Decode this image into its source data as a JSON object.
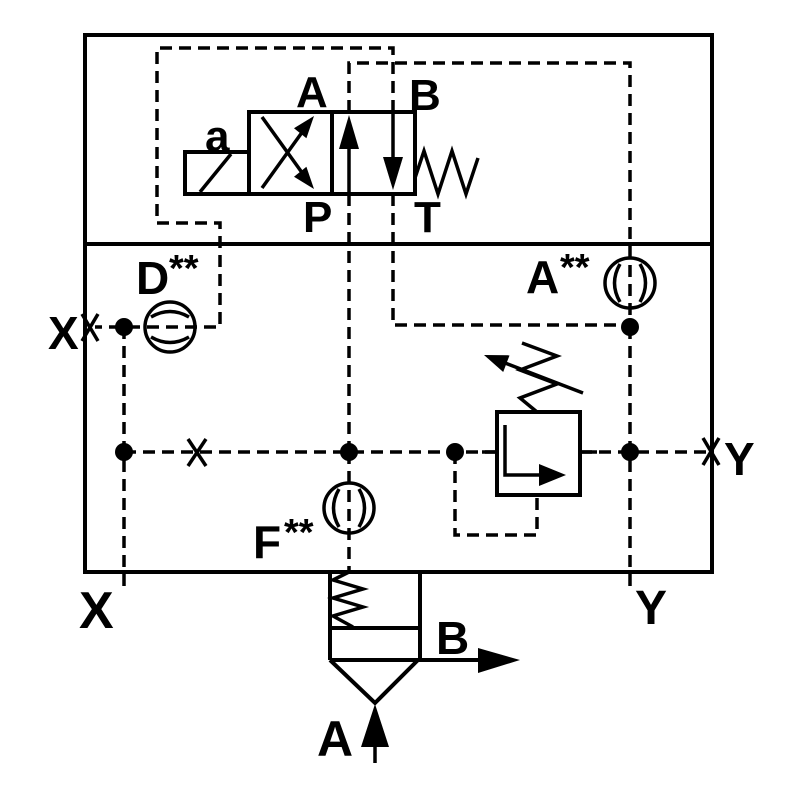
{
  "colors": {
    "ink": "#000000",
    "background": "#ffffff"
  },
  "pilot_valve": {
    "solenoid_label": "a",
    "port_a_label": "A",
    "port_b_label": "B",
    "port_p_label": "P",
    "port_t_label": "T"
  },
  "orifices": {
    "d": {
      "letter": "D",
      "stars": "**"
    },
    "a": {
      "letter": "A",
      "stars": "**"
    },
    "f": {
      "letter": "F",
      "stars": "**"
    }
  },
  "ports": {
    "x_side_label": "X",
    "y_side_label": "Y",
    "x_bottom_label": "X",
    "y_bottom_label": "Y",
    "main_a_label": "A",
    "main_b_label": "B"
  }
}
